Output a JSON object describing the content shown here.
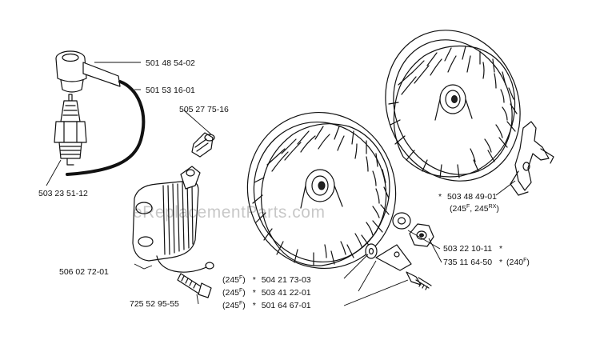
{
  "watermark": "eReplacementParts.com",
  "labels": {
    "boot_cap": "501 48 54-02",
    "ignition_lead": "501 53 16-01",
    "terminal_nut": "505 27 75-16",
    "spark_plug": "503 23 51-12",
    "ignition_module": "506 02 72-01",
    "module_screw": "725 52 95-55",
    "pawl_prefix": "*",
    "pawl": "503 48 49-01",
    "pawl_models_open": "(245",
    "pawl_models_sup1": "F",
    "pawl_models_mid": ", 245",
    "pawl_models_sup2": "RX",
    "pawl_models_close": ")",
    "washer": "503 22 10-11",
    "washer_suffix": "*",
    "nut": "735 11 64-50",
    "nut_suffix": "*",
    "nut_model_open": "(240",
    "nut_model_sup": "F",
    "nut_model_close": ")",
    "row1_model_open": "(245",
    "row1_model_sup": "F",
    "row1_model_close": ")",
    "row1_star": "*",
    "row1_part": "504 21 73-03",
    "row2_model_open": "(245",
    "row2_model_sup": "F",
    "row2_model_close": ")",
    "row2_star": "*",
    "row2_part": "503 41 22-01",
    "row3_model_open": "(245",
    "row3_model_sup": "F",
    "row3_model_close": ")",
    "row3_star": "*",
    "row3_part": "501 64 67-01"
  }
}
